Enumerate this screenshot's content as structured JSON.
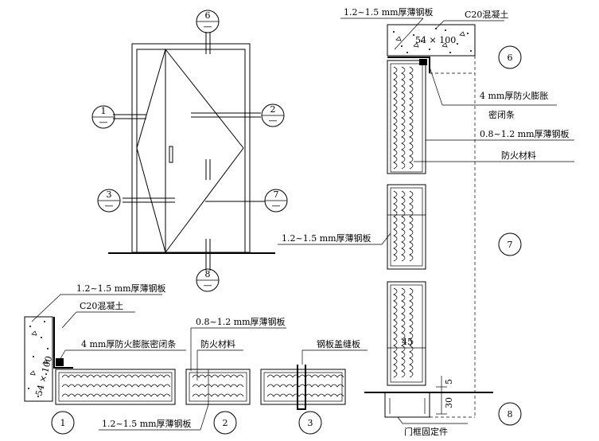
{
  "callouts": {
    "c1": {
      "number": "1",
      "dash": "—"
    },
    "c2": {
      "number": "2",
      "dash": "—"
    },
    "c3": {
      "number": "3",
      "dash": "—"
    },
    "c6": {
      "number": "6",
      "dash": "—"
    },
    "c7": {
      "number": "7",
      "dash": "—"
    },
    "c8": {
      "number": "8",
      "dash": "—"
    }
  },
  "detail_numbers": {
    "d1": "1",
    "d2": "2",
    "d3": "3",
    "d6": "6",
    "d7": "7",
    "d8": "8"
  },
  "labels": {
    "steel_plate_thick_top": "1.2~1.5 mm厚薄钢板",
    "concrete_top": "C20混凝土",
    "concrete_block_dim_top": "54 × 100",
    "fire_strip_top_line1": "4 mm厚防火膨胀",
    "fire_strip_top_line2": "密闭条",
    "steel_plate_thin_right": "0.8~1.2 mm厚薄钢板",
    "fire_material_right": "防火材料",
    "steel_plate_thick_mid": "1.2~1.5 mm厚薄钢板",
    "dim_45": "45",
    "dim_5": "5",
    "dim_30": "30",
    "frame_fixing": "门框固定件",
    "steel_plate_thick_left": "1.2~1.5 mm厚薄钢板",
    "concrete_left": "C20混凝土",
    "fire_strip_left": "4 mm厚防火膨胀密闭条",
    "steel_plate_thin_bottom": "0.8~1.2 mm厚薄钢板",
    "fire_material_bottom": "防火材料",
    "cover_plate": "钢板盖缝板",
    "concrete_block_dim_left": "54 × 100",
    "steel_plate_thick_bottom": "1.2~1.5 mm厚薄钢板"
  }
}
